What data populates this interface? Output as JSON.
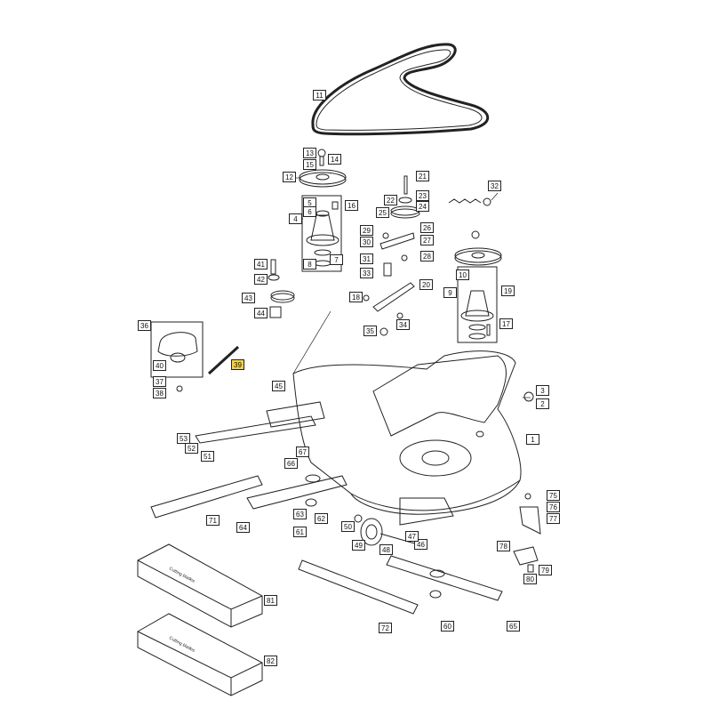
{
  "diagram": {
    "highlighted_callout": "39",
    "callouts": [
      "1",
      "2",
      "3",
      "4",
      "5",
      "6",
      "7",
      "8",
      "9",
      "10",
      "11",
      "12",
      "13",
      "14",
      "15",
      "16",
      "17",
      "18",
      "19",
      "20",
      "21",
      "22",
      "23",
      "24",
      "25",
      "26",
      "27",
      "28",
      "29",
      "30",
      "31",
      "32",
      "33",
      "34",
      "35",
      "36",
      "37",
      "38",
      "39",
      "40",
      "41",
      "42",
      "43",
      "44",
      "45",
      "46",
      "47",
      "48",
      "49",
      "50",
      "51",
      "52",
      "53",
      "60",
      "61",
      "62",
      "63",
      "64",
      "65",
      "66",
      "67",
      "71",
      "72",
      "75",
      "76",
      "77",
      "78",
      "79",
      "80",
      "81",
      "82"
    ],
    "box_labels": {
      "box81": "Cutting blades",
      "box82": "Cutting blades"
    },
    "colors": {
      "line": "#222222",
      "highlight": "#f3d24a",
      "bg": "#ffffff"
    }
  }
}
